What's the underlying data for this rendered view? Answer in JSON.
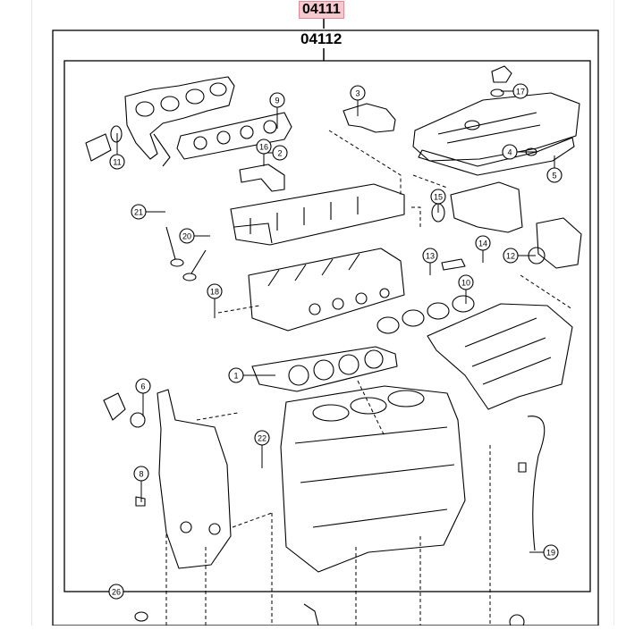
{
  "kit_numbers": {
    "overhaul_kit": "04111",
    "gasket_kit": "04112"
  },
  "callouts": [
    "1",
    "2",
    "3",
    "4",
    "5",
    "6",
    "8",
    "9",
    "10",
    "11",
    "12",
    "13",
    "14",
    "15",
    "16",
    "17",
    "18",
    "19",
    "20",
    "21",
    "22",
    "26"
  ],
  "parts": [
    "exhaust-manifold",
    "exhaust-manifold-gasket",
    "cylinder-head-cover",
    "cylinder-head-cover-gasket",
    "camshaft-housing",
    "cylinder-head",
    "cylinder-head-gasket",
    "cylinder-block",
    "timing-chain-cover",
    "intake-manifold",
    "intake-manifold-gasket",
    "water-outlet",
    "valve",
    "dipstick-guide"
  ],
  "colors": {
    "line": "#000000",
    "highlight_fill": "#f5c9cf",
    "highlight_border": "#e38a95"
  }
}
